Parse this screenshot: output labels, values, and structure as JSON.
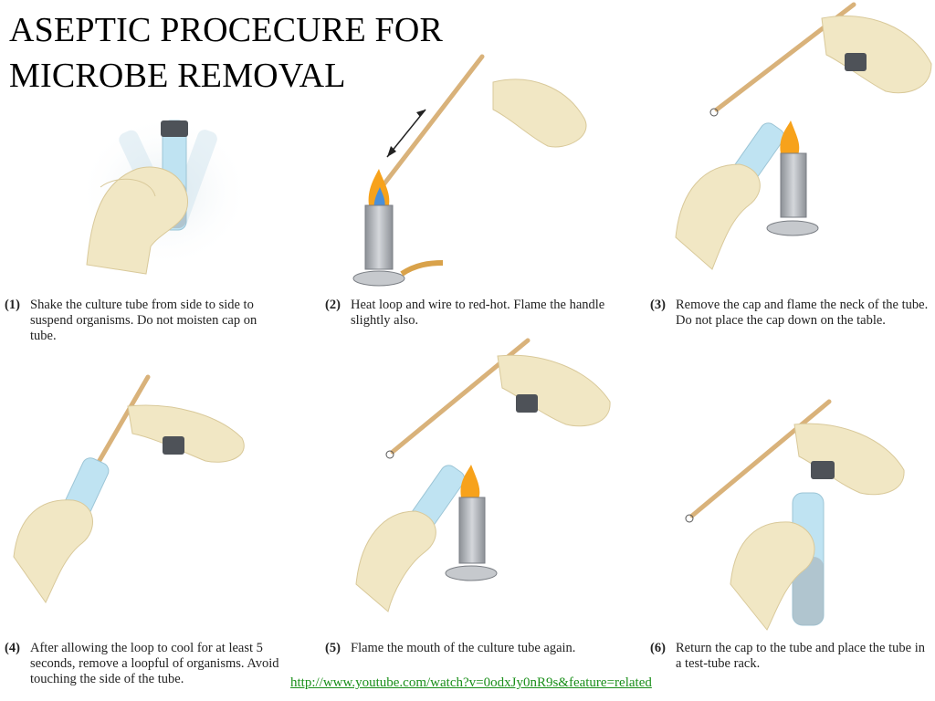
{
  "title": {
    "line1": "ASEPTIC PROCECURE FOR",
    "line2": "MICROBE REMOVAL"
  },
  "steps": [
    {
      "number": "(1)",
      "text": "Shake the culture tube from side to side to suspend organisms. Do not moisten cap on tube."
    },
    {
      "number": "(2)",
      "text": "Heat loop and wire to red-hot. Flame the handle slightly also."
    },
    {
      "number": "(3)",
      "text": "Remove the cap and flame the neck of the tube. Do not place the cap down on the table."
    },
    {
      "number": "(4)",
      "text": "After allowing the loop to cool for at least 5 seconds, remove a loopful of organisms. Avoid touching the side of the tube."
    },
    {
      "number": "(5)",
      "text": "Flame the mouth of the culture tube again."
    },
    {
      "number": "(6)",
      "text": "Return the cap to the tube and place the tube in a test-tube rack."
    }
  ],
  "link": {
    "text": "http://www.youtube.com/watch?v=0odxJy0nR9s&feature=related"
  },
  "colors": {
    "glove": "#f1e7c4",
    "glove_edge": "#d9c99a",
    "wood": "#d9b27a",
    "metal": "#a9adb3",
    "tube": "#bfe3f2",
    "flame_orange": "#f7a21b",
    "flame_blue": "#4a8fd8",
    "link": "#1a8f1a"
  }
}
